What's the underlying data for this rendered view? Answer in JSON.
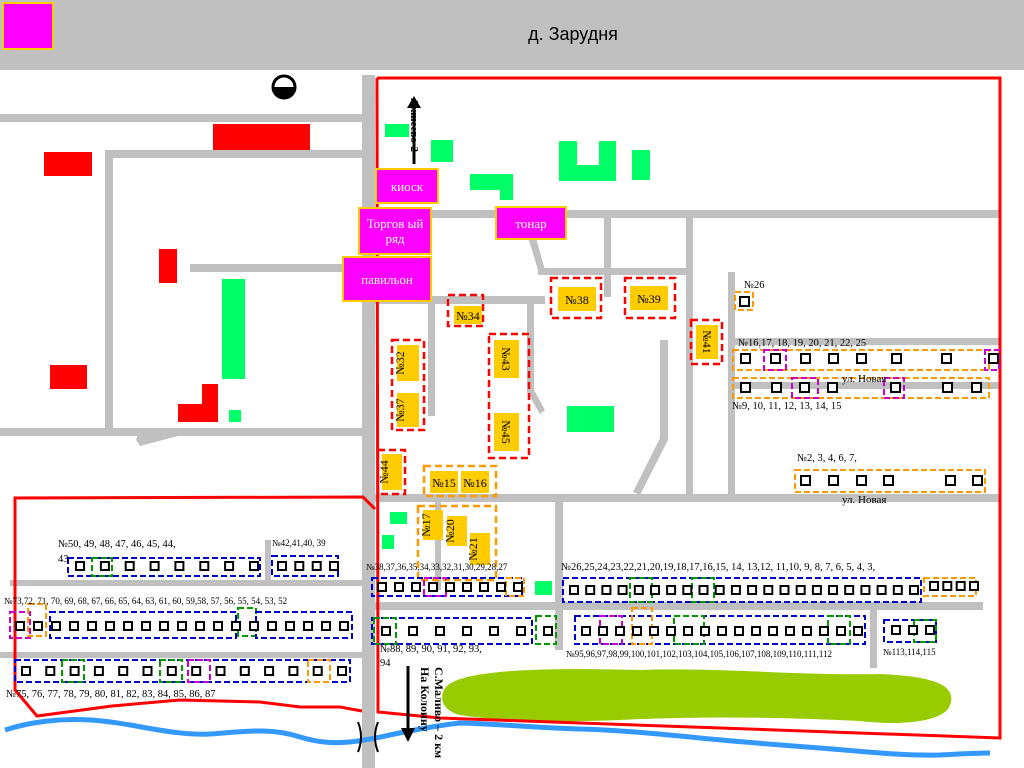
{
  "map": {
    "village_title": "д. Зарудня",
    "pois": {
      "kiosk": "киоск",
      "market_row": "Торгов ый ряд",
      "tonar": "тонар",
      "pavilion": "павильон"
    },
    "numbered_buildings": [
      "№34",
      "№38",
      "№39",
      "№41",
      "№32",
      "№43",
      "№37",
      "№45",
      "№44",
      "№15",
      "№16",
      "№17",
      "№20",
      "№21"
    ],
    "road_labels": {
      "to_akshaevo": "Акшеево-2",
      "to_kolonia": "На Колонну",
      "to_malivo": "С.Маливо – 2 км",
      "new_street_1": "ул. Новая",
      "new_street_2": "ул. Новая"
    },
    "house_labels": {
      "no26": "№26",
      "row16": "№16,17,   18,   19,    20,       21,             22,              25",
      "row9": "№9,     10,     11,   12,                 13,              14,   15",
      "row2": "№2,    3,      4,      6,                    7,",
      "row50": "№50,   49,   48,   47,   46,   45,   44,",
      "row50b": "43",
      "row42": "№42,41,40, 39",
      "row38": "№38,37,36,35,34,33,32,31,30,29,28,27",
      "row26": "№26,25,24,23,22,21,20,19,18,17,16,15, 14, 13,12, 11,10, 9,  8,    7,  6,  5,  4,  3,",
      "row73": "№73,72,  71, 70, 69, 68,  67, 66,  65, 64, 63, 61,  60,  59,58, 57, 56,   55, 54, 53,  52",
      "row88": "№88, 89,      90,          91,  92,     93,",
      "row88b": "94",
      "row95": "№95,96,97,98,99,100,101,102,103,104,105,106,107,108,109,110,111,112",
      "row113": "№113,114,115",
      "row75": "№75,  76,    77,   78,   79,   80,   81,      82,   83,   84,   85,  86, 87"
    },
    "colors": {
      "header_bg": "#c0c0c0",
      "road": "#c0c0c0",
      "boundary": "#ff0000",
      "green_building": "#00ff66",
      "red_building": "#ff0000",
      "poi": "#ff00ff",
      "poi_border": "#ffcc00",
      "numbered_building": "#ffcc00",
      "river": "#3399ff",
      "field": "#99cc00"
    },
    "icons": [
      "lamp-icon",
      "bridge-icon",
      "arrow-up-icon",
      "arrow-down-icon"
    ]
  }
}
